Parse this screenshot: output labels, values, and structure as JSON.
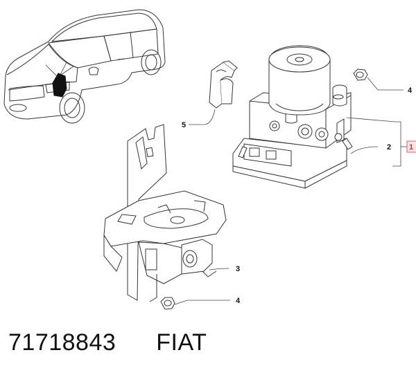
{
  "callouts": {
    "c1": "1",
    "c2": "2",
    "c3": "3",
    "c4_top": "4",
    "c4_bottom": "4",
    "c5": "5"
  },
  "caption": {
    "part_number": "71718843",
    "brand": "FIAT"
  },
  "colors": {
    "line": "#333333",
    "highlight": "#e2606a"
  }
}
